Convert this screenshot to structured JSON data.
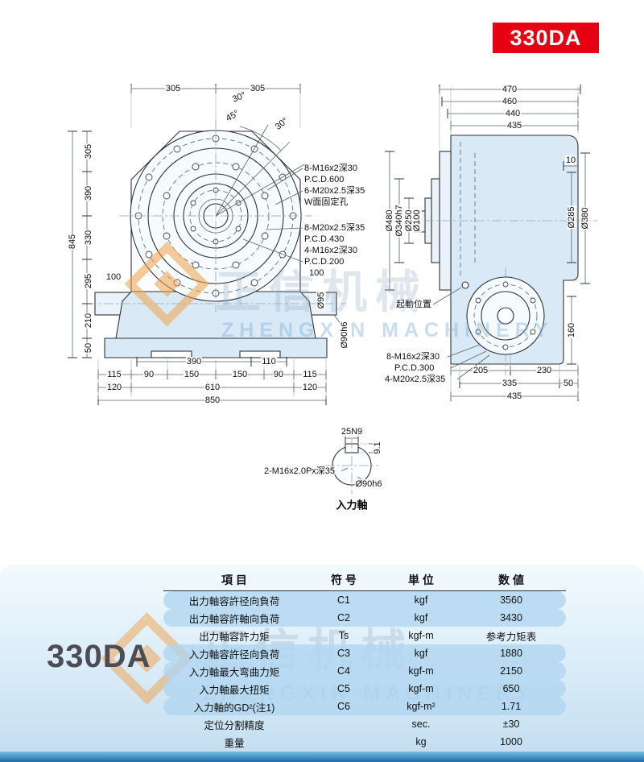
{
  "badge": {
    "label": "330DA"
  },
  "watermark": {
    "cn": "正信机械",
    "en": "ZHENGXIN MACHINERY"
  },
  "front": {
    "top_dims": [
      "305",
      "305"
    ],
    "angles": [
      "30°",
      "45°",
      "30°"
    ],
    "right_callouts": [
      "8-M16x2深30",
      "P.C.D.600",
      "6-M20x2.5深35",
      "W面固定孔",
      "8-M20x2.5深35",
      "P.C.D.430",
      "4-M16x2深30",
      "P.C.D.200",
      "100"
    ],
    "left_dims": [
      "305",
      "390",
      "330",
      "295",
      "210",
      "50"
    ],
    "overall_height": "845",
    "shaft_dim_100": "100",
    "shaft_dia": "Ø95",
    "shaft_dia2": "Ø90h6",
    "bottom_row1": [
      "390",
      "110"
    ],
    "bottom_row2": [
      "115",
      "90",
      "150",
      "150",
      "90",
      "115"
    ],
    "bottom_row3": [
      "120",
      "610",
      "120"
    ],
    "bottom_total": "850"
  },
  "side": {
    "top_dims": [
      "470",
      "460",
      "440",
      "435"
    ],
    "left_dims": [
      "Ø480",
      "Ø340h7",
      "Ø250",
      "Ø100"
    ],
    "dim_10": "10",
    "right_dims": [
      "Ø285",
      "Ø380"
    ],
    "dim_160": "160",
    "start_position": "起動位置",
    "bottom_callouts": [
      "8-M16x2深30",
      "P.C.D.300",
      "4-M20x2.5深35"
    ],
    "bottom_row1": [
      "205",
      "230"
    ],
    "bottom_row2": [
      "335",
      "50"
    ],
    "bottom_total": "435"
  },
  "detail": {
    "keyway_width": "25N9",
    "keyway_depth": "9.1",
    "tap": "2-M16x2.0Px深35",
    "dia": "Ø90h6",
    "title": "入力軸"
  },
  "spec": {
    "model": "330DA",
    "headers": [
      "項 目",
      "符 号",
      "単 位",
      "数 値"
    ],
    "rows": [
      {
        "item": "出力軸容許径向負荷",
        "symbol": "C1",
        "unit": "kgf",
        "value": "3560"
      },
      {
        "item": "出力軸容許軸向負荷",
        "symbol": "C2",
        "unit": "kgf",
        "value": "3430"
      },
      {
        "item": "出力軸容許力矩",
        "symbol": "Ts",
        "unit": "kgf-m",
        "value": "参考力矩表"
      },
      {
        "item": "入力軸容許径向負荷",
        "symbol": "C3",
        "unit": "kgf",
        "value": "1880"
      },
      {
        "item": "入力軸最大弯曲力矩",
        "symbol": "C4",
        "unit": "kgf-m",
        "value": "2150"
      },
      {
        "item": "入力軸最大扭矩",
        "symbol": "C5",
        "unit": "kgf-m",
        "value": "650"
      },
      {
        "item": "入力軸的GD²(注1)",
        "symbol": "C6",
        "unit": "kgf-m²",
        "value": "1.71"
      },
      {
        "item": "定位分割精度",
        "symbol": "",
        "unit": "sec.",
        "value": "±30"
      },
      {
        "item": "重量",
        "symbol": "",
        "unit": "kg",
        "value": "1000"
      }
    ]
  }
}
